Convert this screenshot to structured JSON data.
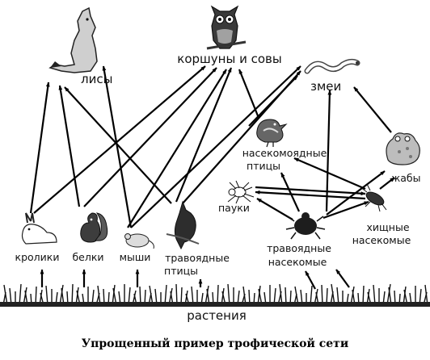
{
  "diagram": {
    "caption": "Упрощенный пример трофической сети",
    "nodes": [
      {
        "id": "foxes",
        "label": "лисы",
        "icon": "fox-icon"
      },
      {
        "id": "raptors",
        "label": "коршуны и совы",
        "icon": "owl-icon"
      },
      {
        "id": "snakes",
        "label": "змеи",
        "icon": "snake-icon"
      },
      {
        "id": "insectivorous_birds",
        "label": "насекомоядные птицы",
        "icon": "bird-icon"
      },
      {
        "id": "toads",
        "label": "жабы",
        "icon": "toad-icon"
      },
      {
        "id": "spiders",
        "label": "пауки",
        "icon": "spider-icon"
      },
      {
        "id": "predatory_insects",
        "label": "хищные насекомые",
        "icon": "predatory-insect-icon"
      },
      {
        "id": "herbivorous_insects",
        "label": "травоядные насекомые",
        "icon": "beetle-icon"
      },
      {
        "id": "rabbits",
        "label": "кролики",
        "icon": "rabbit-icon"
      },
      {
        "id": "squirrels",
        "label": "белки",
        "icon": "squirrel-icon"
      },
      {
        "id": "mice",
        "label": "мыши",
        "icon": "mouse-icon"
      },
      {
        "id": "herbivorous_birds",
        "label": "травоядные птицы",
        "icon": "cardinal-icon"
      },
      {
        "id": "plants",
        "label": "растения",
        "icon": "grass-icon"
      }
    ],
    "edges": [
      {
        "from": "plants",
        "to": "rabbits"
      },
      {
        "from": "plants",
        "to": "squirrels"
      },
      {
        "from": "plants",
        "to": "mice"
      },
      {
        "from": "plants",
        "to": "herbivorous_birds"
      },
      {
        "from": "plants",
        "to": "herbivorous_insects"
      },
      {
        "from": "plants",
        "to": "herbivorous_insects"
      },
      {
        "from": "rabbits",
        "to": "foxes"
      },
      {
        "from": "rabbits",
        "to": "raptors"
      },
      {
        "from": "squirrels",
        "to": "foxes"
      },
      {
        "from": "squirrels",
        "to": "raptors"
      },
      {
        "from": "mice",
        "to": "foxes"
      },
      {
        "from": "mice",
        "to": "raptors"
      },
      {
        "from": "mice",
        "to": "snakes"
      },
      {
        "from": "herbivorous_birds",
        "to": "foxes"
      },
      {
        "from": "herbivorous_birds",
        "to": "raptors"
      },
      {
        "from": "herbivorous_birds",
        "to": "snakes"
      },
      {
        "from": "insectivorous_birds",
        "to": "raptors"
      },
      {
        "from": "insectivorous_birds",
        "to": "snakes"
      },
      {
        "from": "toads",
        "to": "snakes"
      },
      {
        "from": "herbivorous_insects",
        "to": "snakes"
      },
      {
        "from": "herbivorous_insects",
        "to": "spiders"
      },
      {
        "from": "herbivorous_insects",
        "to": "predatory_insects"
      },
      {
        "from": "herbivorous_insects",
        "to": "insectivorous_birds"
      },
      {
        "from": "herbivorous_insects",
        "to": "toads"
      },
      {
        "from": "spiders",
        "to": "predatory_insects"
      },
      {
        "from": "predatory_insects",
        "to": "spiders"
      },
      {
        "from": "predatory_insects",
        "to": "insectivorous_birds"
      },
      {
        "from": "predatory_insects",
        "to": "toads"
      }
    ]
  }
}
